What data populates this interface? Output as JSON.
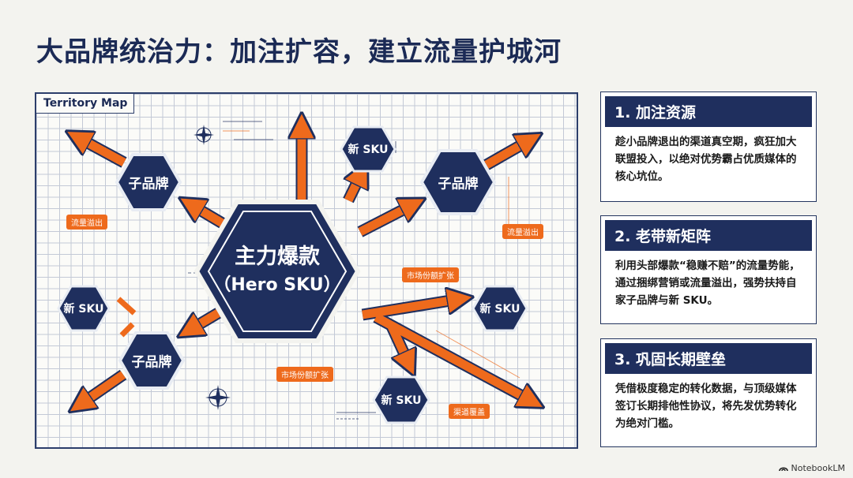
{
  "title": "大品牌统治力：加注扩容，建立流量护城河",
  "map": {
    "label": "Territory Map",
    "hero": {
      "line1": "主力爆款",
      "line2": "（Hero SKU）"
    },
    "nodes": {
      "sub_brand_tl": "子品牌",
      "sub_brand_tr": "子品牌",
      "sub_brand_bl": "子品牌",
      "new_sku_top": "新 SKU",
      "new_sku_left": "新 SKU",
      "new_sku_right": "新 SKU",
      "new_sku_bottom": "新 SKU"
    },
    "tags": {
      "traffic_overflow_left": "流量溢出",
      "traffic_overflow_right": "流量溢出",
      "share_expand_right": "市场份额扩张",
      "share_expand_bottom": "市场份额扩张",
      "channel_bottom": "渠道覆盖"
    }
  },
  "cards": [
    {
      "title": "1. 加注资源",
      "body": "趁小品牌退出的渠道真空期，疯狂加大联盟投入，以绝对优势霸占优质媒体的核心坑位。"
    },
    {
      "title": "2. 老带新矩阵",
      "body": "利用头部爆款“稳赚不赔”的流量势能，通过捆绑营销或流量溢出，强势扶持自家子品牌与新 SKU。"
    },
    {
      "title": "3. 巩固长期壁垒",
      "body": "凭借极度稳定的转化数据，与顶级媒体签订长期排他性协议，将先发优势转化为绝对门槛。"
    }
  ],
  "footer": {
    "brand": "NotebookLM"
  },
  "colors": {
    "navy": "#1f2f5e",
    "orange": "#ee6a1c"
  }
}
